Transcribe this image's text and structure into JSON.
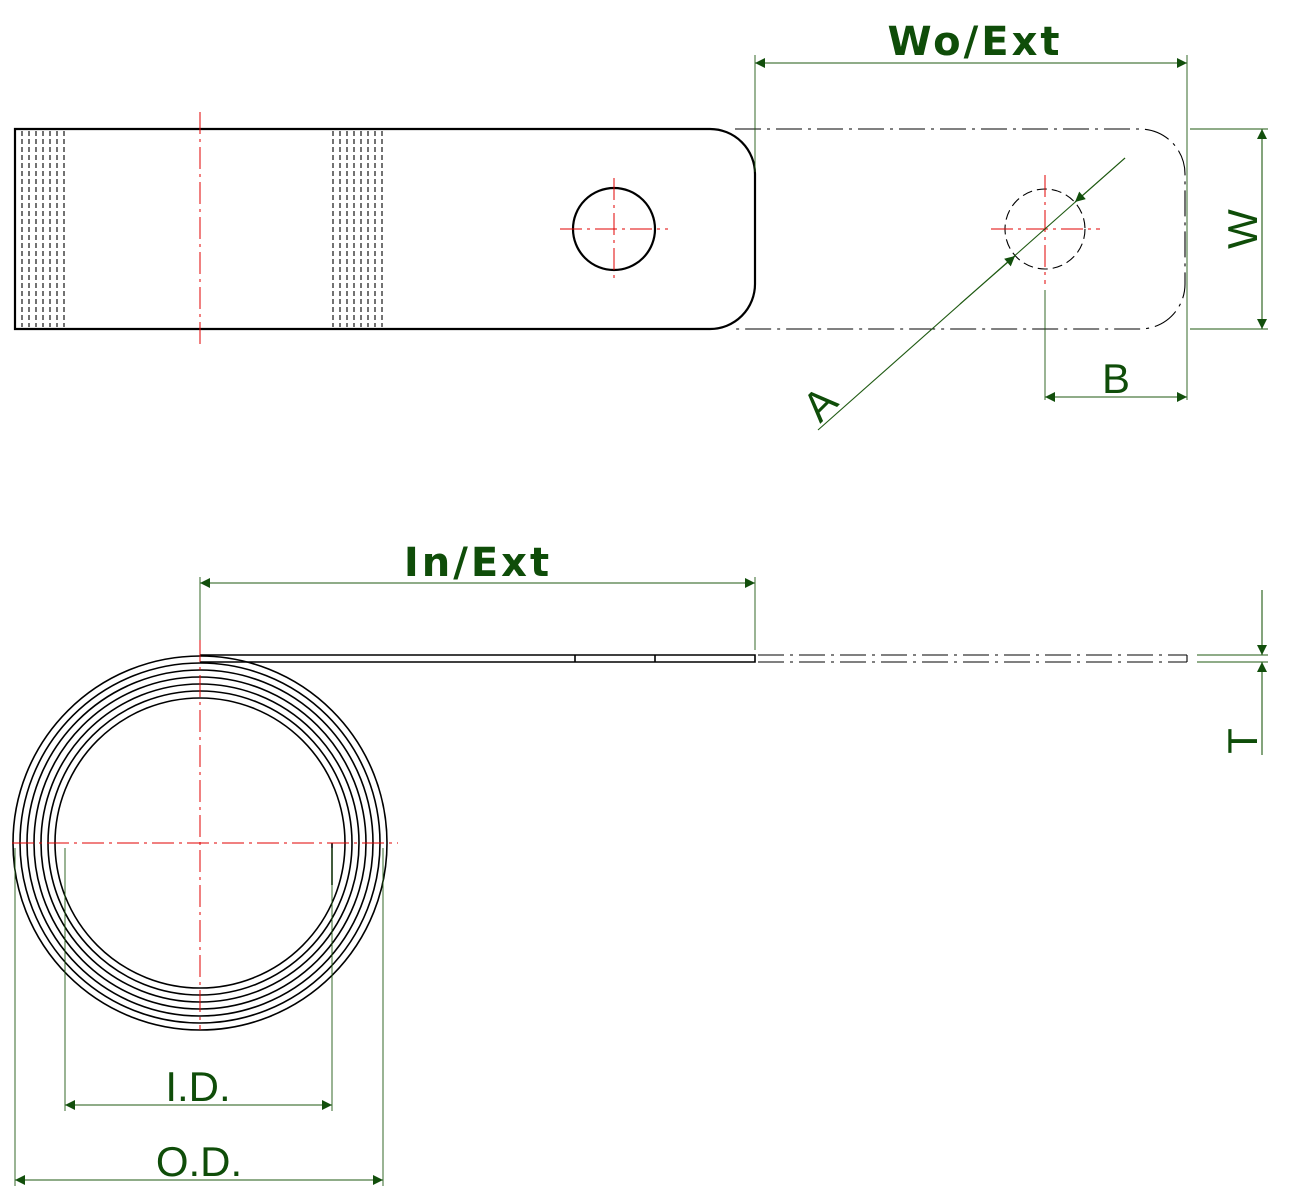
{
  "colors": {
    "object_line": "#000000",
    "center_line": "#e00000",
    "dimension": "#124f0c",
    "background": "#ffffff"
  },
  "labels": {
    "wo_ext": "Wo/Ext",
    "w": "W",
    "a": "A",
    "b": "B",
    "in_ext": "In/Ext",
    "t": "T",
    "id": "I.D.",
    "od": "O.D."
  }
}
